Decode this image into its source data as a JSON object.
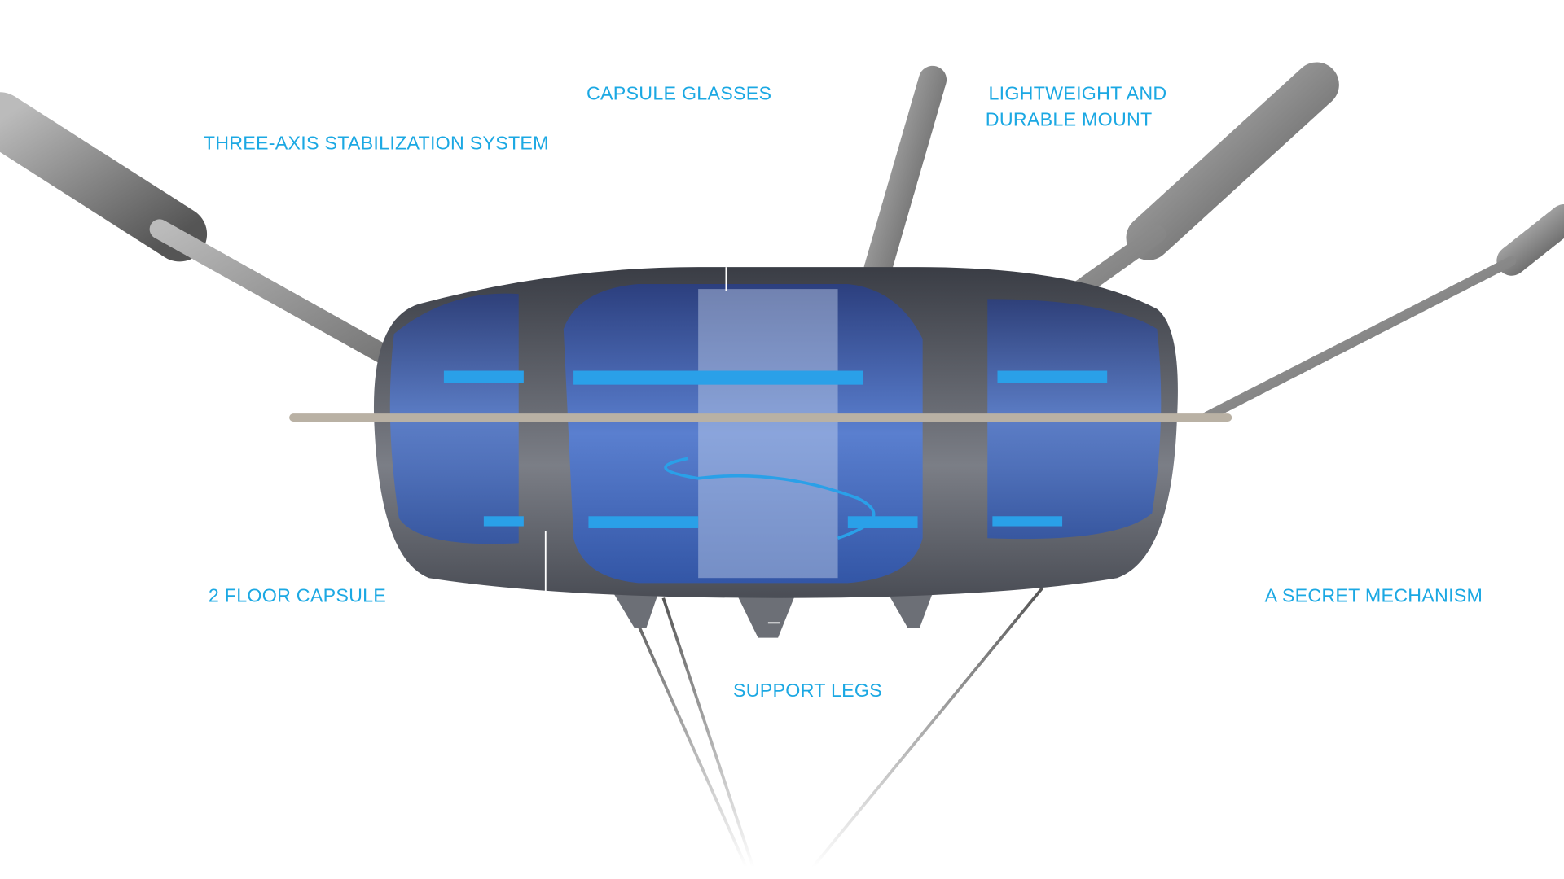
{
  "labels": {
    "stabilization": "THREE-AXIS STABILIZATION SYSTEM",
    "glasses": "CAPSULE GLASSES",
    "mount_line1": "LIGHTWEIGHT AND",
    "mount_line2": "DURABLE MOUNT",
    "floors": "2 FLOOR CAPSULE",
    "mechanism": "A SECRET MECHANISM",
    "legs": "SUPPORT LEGS"
  },
  "colors": {
    "accent": "#1ba8e3",
    "body": "#5d6068",
    "glass": "#3f64b8"
  }
}
